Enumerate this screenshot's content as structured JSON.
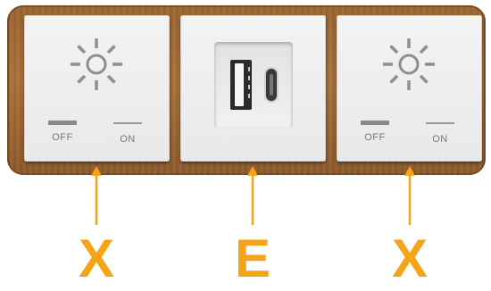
{
  "colors": {
    "accent": "#f6a417",
    "frame": "#a06a36",
    "module": "#eeeeee"
  },
  "modules": [
    {
      "type": "light-switch",
      "icon": "sun-icon",
      "off_label": "OFF",
      "on_label": "ON"
    },
    {
      "type": "usb-charger",
      "ports": [
        "usb-a-port",
        "usb-c-port"
      ]
    },
    {
      "type": "light-switch",
      "icon": "sun-icon",
      "off_label": "OFF",
      "on_label": "ON"
    }
  ],
  "callouts": [
    {
      "letter": "X",
      "target": "left switch"
    },
    {
      "letter": "E",
      "target": "usb charger"
    },
    {
      "letter": "X",
      "target": "right switch"
    }
  ]
}
